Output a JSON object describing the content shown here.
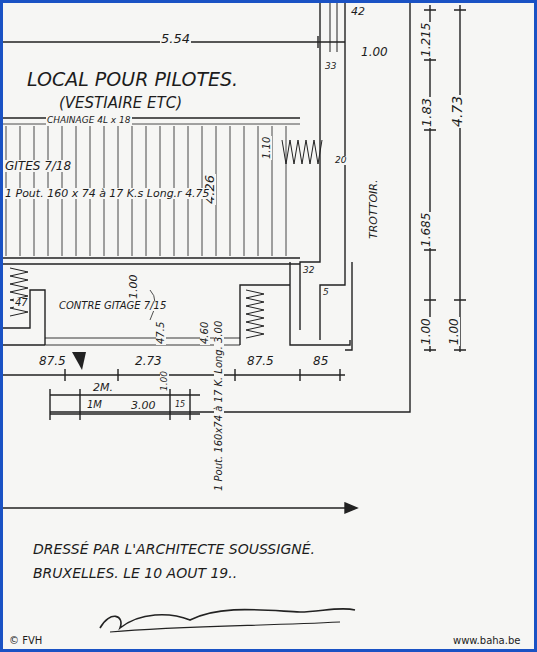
{
  "diagram": {
    "labels": [
      "5.54",
      "42",
      "33",
      "1.00",
      "1.215",
      "1.83",
      "4.73",
      "LOCAL POUR PILOTES.",
      "(VESTIAIRE ETC)",
      "CHAINAGE 4L x 18",
      "4.26",
      "GITES 7/18",
      "1 Pout. 160 x 74 à 17 K.s Long.r 4.75",
      "1.10",
      "20",
      "TROTTOIR.",
      "1.685",
      "32",
      "5",
      "1.00",
      "47.5",
      "4.60",
      "47",
      "CONTRE GITAGE 7/15",
      "1.00",
      "1.00",
      "87.5",
      "2.73",
      "87.5",
      "85",
      "2M.",
      "1M",
      "3.00",
      "15",
      "1 Pout. 160x74 à 17 K. Long. 3.00",
      "1.00",
      "DRESSÉ PAR L'ARCHITECTE SOUSSIGNÉ.",
      "BRUXELLES. LE 10 AOUT 19..",
      "© FVH",
      "www.baha.be"
    ]
  }
}
